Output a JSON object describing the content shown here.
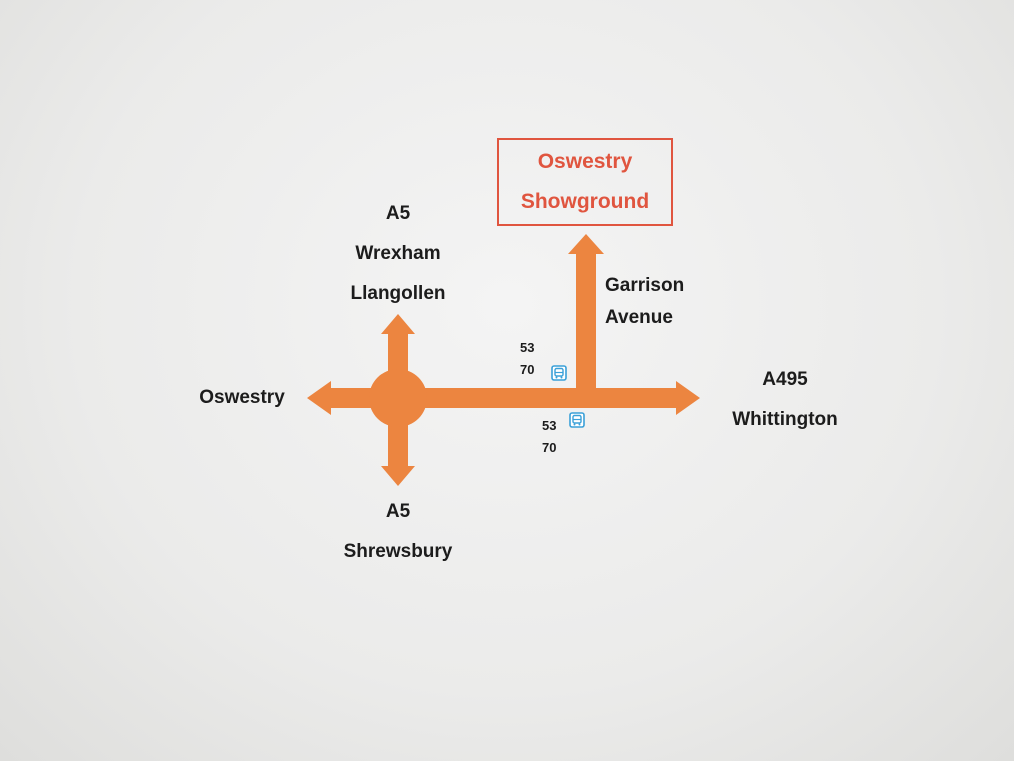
{
  "destination": {
    "line1": "Oswestry",
    "line2": "Showground"
  },
  "north": {
    "road": "A5",
    "place1": "Wrexham",
    "place2": "Llangollen"
  },
  "south": {
    "road": "A5",
    "place": "Shrewsbury"
  },
  "west": {
    "place": "Oswestry"
  },
  "east": {
    "road": "A495",
    "place": "Whittington"
  },
  "side_road": {
    "line1": "Garrison",
    "line2": "Avenue"
  },
  "bus_stop_north": {
    "route1": "53",
    "route2": "70",
    "icon": "bus-stop-icon"
  },
  "bus_stop_south": {
    "route1": "53",
    "route2": "70",
    "icon": "bus-stop-icon"
  },
  "colors": {
    "road": "#ec8540",
    "destination": "#e0553f",
    "bus_icon": "#3aa0d8",
    "text": "#1c1c1c"
  }
}
